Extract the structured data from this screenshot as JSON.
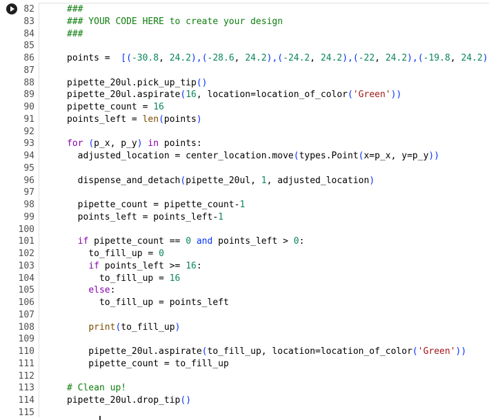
{
  "theme": {
    "comment": "#0d7d0d",
    "keyword": "#8a00a8",
    "function": "#7a4a00",
    "string": "#a31515",
    "number": "#098658",
    "bracket": "#0431fa",
    "plain": "#000000"
  },
  "cell": {
    "run_button_icon": "play-icon"
  },
  "lines": [
    {
      "n": "82",
      "tokens": [
        {
          "t": "###",
          "c": "comment"
        }
      ]
    },
    {
      "n": "83",
      "tokens": [
        {
          "t": "### YOUR CODE HERE to create your design",
          "c": "comment"
        }
      ]
    },
    {
      "n": "84",
      "tokens": [
        {
          "t": "###",
          "c": "comment"
        }
      ]
    },
    {
      "n": "85",
      "tokens": []
    },
    {
      "n": "86",
      "tokens": [
        {
          "t": "points =  ",
          "c": "plain"
        },
        {
          "t": "[(",
          "c": "bracket"
        },
        {
          "t": "-30.8",
          "c": "number"
        },
        {
          "t": ", ",
          "c": "plain"
        },
        {
          "t": "24.2",
          "c": "number"
        },
        {
          "t": "),(",
          "c": "bracket"
        },
        {
          "t": "-28.6",
          "c": "number"
        },
        {
          "t": ", ",
          "c": "plain"
        },
        {
          "t": "24.2",
          "c": "number"
        },
        {
          "t": "),(",
          "c": "bracket"
        },
        {
          "t": "-24.2",
          "c": "number"
        },
        {
          "t": ", ",
          "c": "plain"
        },
        {
          "t": "24.2",
          "c": "number"
        },
        {
          "t": "),(",
          "c": "bracket"
        },
        {
          "t": "-22",
          "c": "number"
        },
        {
          "t": ", ",
          "c": "plain"
        },
        {
          "t": "24.2",
          "c": "number"
        },
        {
          "t": "),(",
          "c": "bracket"
        },
        {
          "t": "-19.8",
          "c": "number"
        },
        {
          "t": ", ",
          "c": "plain"
        },
        {
          "t": "24.2",
          "c": "number"
        },
        {
          "t": ")",
          "c": "bracket"
        }
      ]
    },
    {
      "n": "87",
      "tokens": []
    },
    {
      "n": "88",
      "tokens": [
        {
          "t": "pipette_20ul.pick_up_tip",
          "c": "plain"
        },
        {
          "t": "()",
          "c": "bracket"
        }
      ]
    },
    {
      "n": "89",
      "tokens": [
        {
          "t": "pipette_20ul.aspirate",
          "c": "plain"
        },
        {
          "t": "(",
          "c": "bracket"
        },
        {
          "t": "16",
          "c": "number"
        },
        {
          "t": ", location=location_of_color",
          "c": "plain"
        },
        {
          "t": "(",
          "c": "bracket"
        },
        {
          "t": "'Green'",
          "c": "string"
        },
        {
          "t": "))",
          "c": "bracket"
        }
      ]
    },
    {
      "n": "90",
      "tokens": [
        {
          "t": "pipette_count = ",
          "c": "plain"
        },
        {
          "t": "16",
          "c": "number"
        }
      ]
    },
    {
      "n": "91",
      "tokens": [
        {
          "t": "points_left = ",
          "c": "plain"
        },
        {
          "t": "len",
          "c": "function"
        },
        {
          "t": "(",
          "c": "bracket"
        },
        {
          "t": "points",
          "c": "plain"
        },
        {
          "t": ")",
          "c": "bracket"
        }
      ]
    },
    {
      "n": "92",
      "tokens": []
    },
    {
      "n": "93",
      "tokens": [
        {
          "t": "for",
          "c": "keyword"
        },
        {
          "t": " ",
          "c": "plain"
        },
        {
          "t": "(",
          "c": "bracket"
        },
        {
          "t": "p_x, p_y",
          "c": "plain"
        },
        {
          "t": ")",
          "c": "bracket"
        },
        {
          "t": " ",
          "c": "plain"
        },
        {
          "t": "in",
          "c": "keyword"
        },
        {
          "t": " points:",
          "c": "plain"
        }
      ]
    },
    {
      "n": "94",
      "tokens": [
        {
          "t": "  adjusted_location = center_location.move",
          "c": "plain"
        },
        {
          "t": "(",
          "c": "bracket"
        },
        {
          "t": "types.Point",
          "c": "plain"
        },
        {
          "t": "(",
          "c": "bracket"
        },
        {
          "t": "x=p_x, y=p_y",
          "c": "plain"
        },
        {
          "t": "))",
          "c": "bracket"
        }
      ]
    },
    {
      "n": "95",
      "tokens": []
    },
    {
      "n": "96",
      "tokens": [
        {
          "t": "  dispense_and_detach",
          "c": "plain"
        },
        {
          "t": "(",
          "c": "bracket"
        },
        {
          "t": "pipette_20ul, ",
          "c": "plain"
        },
        {
          "t": "1",
          "c": "number"
        },
        {
          "t": ", adjusted_location",
          "c": "plain"
        },
        {
          "t": ")",
          "c": "bracket"
        }
      ]
    },
    {
      "n": "97",
      "tokens": []
    },
    {
      "n": "98",
      "tokens": [
        {
          "t": "  pipette_count = pipette_count-",
          "c": "plain"
        },
        {
          "t": "1",
          "c": "number"
        }
      ]
    },
    {
      "n": "99",
      "tokens": [
        {
          "t": "  points_left = points_left-",
          "c": "plain"
        },
        {
          "t": "1",
          "c": "number"
        }
      ]
    },
    {
      "n": "100",
      "tokens": []
    },
    {
      "n": "101",
      "tokens": [
        {
          "t": "  ",
          "c": "plain"
        },
        {
          "t": "if",
          "c": "keyword"
        },
        {
          "t": " pipette_count == ",
          "c": "plain"
        },
        {
          "t": "0",
          "c": "number"
        },
        {
          "t": " ",
          "c": "plain"
        },
        {
          "t": "and",
          "c": "bracket"
        },
        {
          "t": " points_left > ",
          "c": "plain"
        },
        {
          "t": "0",
          "c": "number"
        },
        {
          "t": ":",
          "c": "plain"
        }
      ]
    },
    {
      "n": "102",
      "tokens": [
        {
          "t": "    to_fill_up = ",
          "c": "plain"
        },
        {
          "t": "0",
          "c": "number"
        }
      ]
    },
    {
      "n": "103",
      "tokens": [
        {
          "t": "    ",
          "c": "plain"
        },
        {
          "t": "if",
          "c": "keyword"
        },
        {
          "t": " points_left >= ",
          "c": "plain"
        },
        {
          "t": "16",
          "c": "number"
        },
        {
          "t": ":",
          "c": "plain"
        }
      ]
    },
    {
      "n": "104",
      "tokens": [
        {
          "t": "      to_fill_up = ",
          "c": "plain"
        },
        {
          "t": "16",
          "c": "number"
        }
      ]
    },
    {
      "n": "105",
      "tokens": [
        {
          "t": "    ",
          "c": "plain"
        },
        {
          "t": "else",
          "c": "keyword"
        },
        {
          "t": ":",
          "c": "plain"
        }
      ]
    },
    {
      "n": "106",
      "tokens": [
        {
          "t": "      to_fill_up = points_left",
          "c": "plain"
        }
      ]
    },
    {
      "n": "107",
      "tokens": []
    },
    {
      "n": "108",
      "tokens": [
        {
          "t": "    ",
          "c": "plain"
        },
        {
          "t": "print",
          "c": "function"
        },
        {
          "t": "(",
          "c": "bracket"
        },
        {
          "t": "to_fill_up",
          "c": "plain"
        },
        {
          "t": ")",
          "c": "bracket"
        }
      ]
    },
    {
      "n": "109",
      "tokens": []
    },
    {
      "n": "110",
      "tokens": [
        {
          "t": "    pipette_20ul.aspirate",
          "c": "plain"
        },
        {
          "t": "(",
          "c": "bracket"
        },
        {
          "t": "to_fill_up, location=location_of_color",
          "c": "plain"
        },
        {
          "t": "(",
          "c": "bracket"
        },
        {
          "t": "'Green'",
          "c": "string"
        },
        {
          "t": "))",
          "c": "bracket"
        }
      ]
    },
    {
      "n": "111",
      "tokens": [
        {
          "t": "    pipette_count = to_fill_up",
          "c": "plain"
        }
      ]
    },
    {
      "n": "112",
      "tokens": []
    },
    {
      "n": "113",
      "tokens": [
        {
          "t": "# Clean up!",
          "c": "comment"
        }
      ]
    },
    {
      "n": "114",
      "tokens": [
        {
          "t": "pipette_20ul.drop_tip",
          "c": "plain"
        },
        {
          "t": "()",
          "c": "bracket"
        }
      ]
    },
    {
      "n": "115",
      "tokens": []
    }
  ]
}
